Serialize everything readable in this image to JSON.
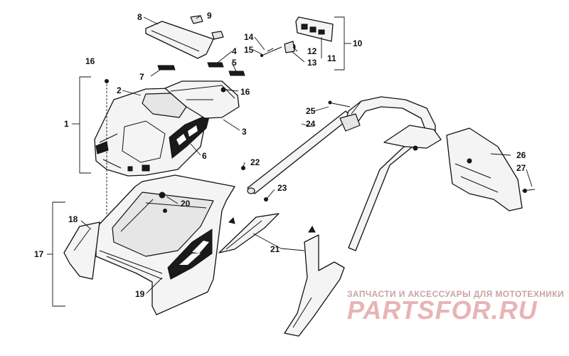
{
  "callouts": {
    "c1": "1",
    "c2": "2",
    "c3": "3",
    "c4": "4",
    "c5": "5",
    "c6": "6",
    "c7": "7",
    "c8": "8",
    "c9": "9",
    "c10": "10",
    "c11": "11",
    "c12": "12",
    "c13": "13",
    "c14": "14",
    "c15": "15",
    "c16a": "16",
    "c16b": "16",
    "c17": "17",
    "c18": "18",
    "c19": "19",
    "c20": "20",
    "c21": "21",
    "c22": "22",
    "c23": "23",
    "c24": "24",
    "c25": "25",
    "c26": "26",
    "c27": "27"
  },
  "watermark": {
    "tagline": "ЗАПЧАСТИ И АКСЕССУАРЫ ДЛЯ МОТОТЕХНИКИ",
    "logo_text": "PARTSFOR.RU",
    "logo_color": "#e8b4b4"
  }
}
